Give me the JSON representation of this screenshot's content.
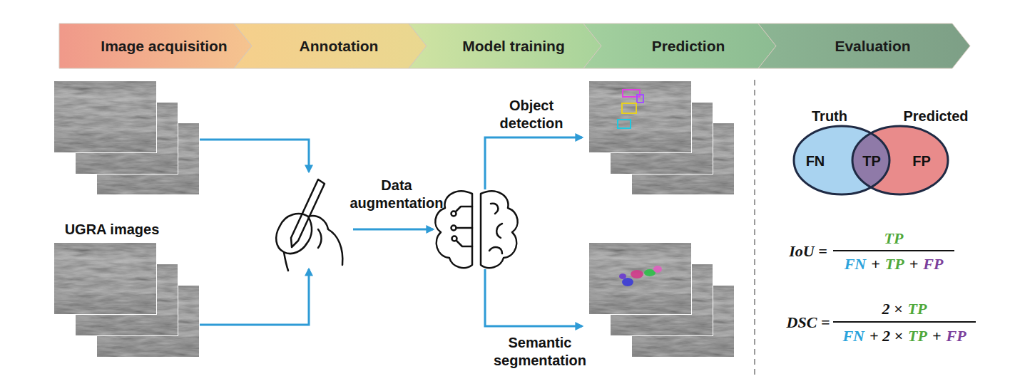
{
  "diagram": {
    "nodes": [
      {
        "text": [
          "Image acquisition"
        ]
      },
      {
        "text": [
          "Annotation"
        ]
      },
      {
        "text": [
          "Model training"
        ]
      },
      {
        "text": [
          "Prediction"
        ]
      },
      {
        "text": [
          "Evaluation"
        ]
      }
    ],
    "labels": [
      "UGRA images",
      "Data augmentation",
      "Object detection",
      "Semantic segmentation",
      "Truth",
      "Predicted",
      "FN",
      "TP",
      "FP",
      "IoU =",
      "TP",
      "FN",
      "+",
      "TP",
      "+",
      "FP",
      "DSC =",
      "2 ×",
      "TP",
      "FN",
      "+ 2 ×",
      "TP",
      "+",
      "FP"
    ]
  }
}
